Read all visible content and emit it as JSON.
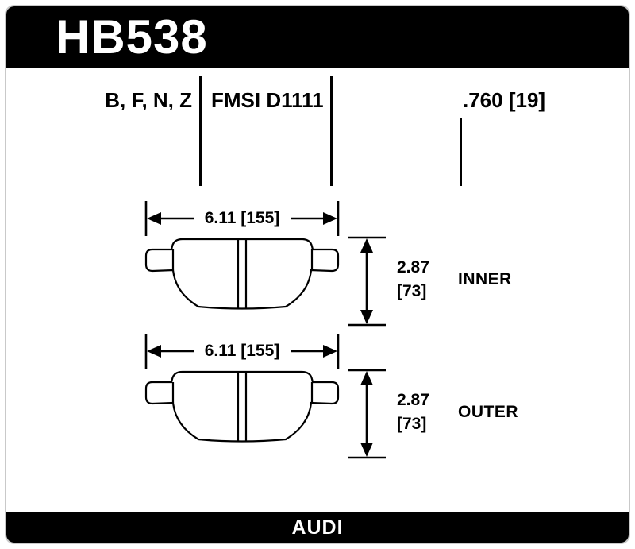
{
  "colors": {
    "banner_background": "#000000",
    "banner_text": "#ffffff",
    "frame_border": "#c9c9c9",
    "line": "#000000",
    "background": "#ffffff"
  },
  "header": {
    "part_number": "HB538"
  },
  "spec": {
    "compounds": "B, F, N, Z",
    "fmsi": "FMSI D1111",
    "thickness": ".760 [19]"
  },
  "pads": [
    {
      "position_label": "INNER",
      "width": "6.11 [155]",
      "height_in": "2.87",
      "height_mm": "[73]"
    },
    {
      "position_label": "OUTER",
      "width": "6.11 [155]",
      "height_in": "2.87",
      "height_mm": "[73]"
    }
  ],
  "footer": {
    "make": "AUDI"
  }
}
